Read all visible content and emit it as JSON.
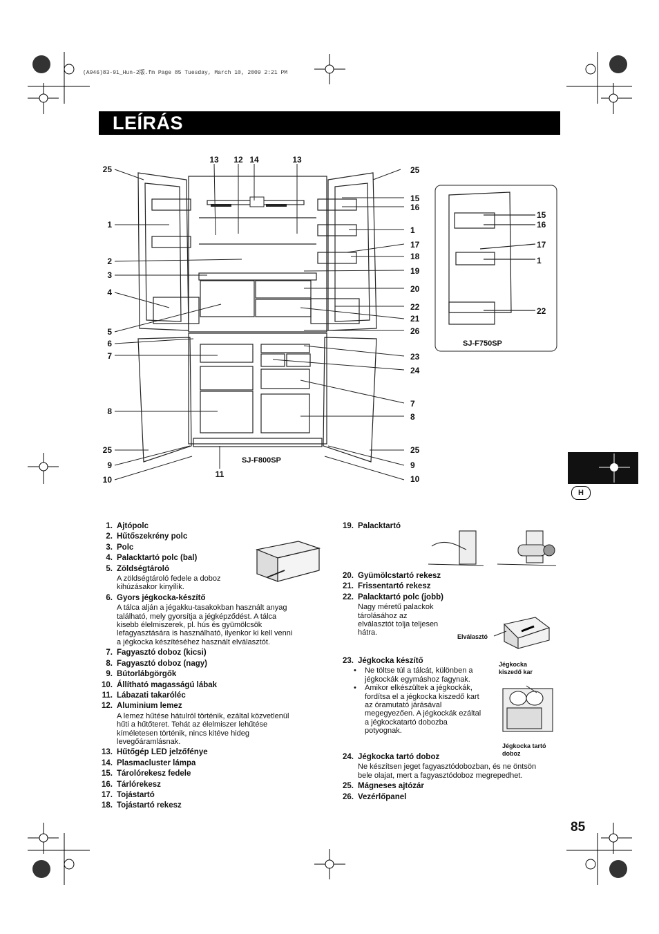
{
  "header": {
    "file_info": "(A946)83-91_Hun-2版.fm  Page 85  Tuesday, March 10, 2009  2:21 PM"
  },
  "title": "LEÍRÁS",
  "lang_tab": "H",
  "page_number": "85",
  "diagram": {
    "main_model": "SJ-F800SP",
    "side_model": "SJ-F750SP",
    "callouts_left": [
      "25",
      "1",
      "2",
      "3",
      "4",
      "5",
      "6",
      "7",
      "8",
      "25",
      "9",
      "10"
    ],
    "callouts_top": [
      "13",
      "12",
      "14",
      "13"
    ],
    "callouts_right": [
      "25",
      "15",
      "16",
      "1",
      "17",
      "18",
      "19",
      "20",
      "22",
      "21",
      "26",
      "23",
      "24",
      "7",
      "8",
      "25",
      "9",
      "10"
    ],
    "callout_bottom": "11",
    "side_callouts": [
      "15",
      "16",
      "17",
      "1",
      "22"
    ]
  },
  "figure_labels": {
    "separator": "Elválasztó",
    "ice_lever": "Jégkocka\nkiszedő kar",
    "ice_box": "Jégkocka tartó\ndoboz"
  },
  "parts_left": [
    {
      "num": "1.",
      "name": "Ajtópolc"
    },
    {
      "num": "2.",
      "name": "Hűtőszekrény polc"
    },
    {
      "num": "3.",
      "name": "Polc"
    },
    {
      "num": "4.",
      "name": "Palacktartó polc (bal)"
    },
    {
      "num": "5.",
      "name": "Zöldségtároló",
      "desc": "A zöldségtároló fedele a doboz\nkihúzásakor kinyílik."
    },
    {
      "num": "6.",
      "name": "Gyors jégkocka-készítő",
      "desc": "A tálca alján a jégakku-tasakokban használt anyag\ntalálható, mely gyorsítja a jégképződést. A tálca\nkisebb élelmiszerek, pl. hús és gyümölcsök\nlefagyasztására is használható, ilyenkor ki kell venni\na jégkocka készítéséhez használt elválasztót."
    },
    {
      "num": "7.",
      "name": "Fagyasztó doboz (kicsi)"
    },
    {
      "num": "8.",
      "name": "Fagyasztó doboz (nagy)"
    },
    {
      "num": "9.",
      "name": "Bútorlábgörgők"
    },
    {
      "num": "10.",
      "name": "Állítható magasságú lábak"
    },
    {
      "num": "11.",
      "name": "Lábazati takaróléc"
    },
    {
      "num": "12.",
      "name": "Aluminium lemez",
      "desc": "A lemez hűtése hátulról történik, ezáltal közvetlenül\nhűti a hűtőteret. Tehát az élelmiszer lehűtése\nkíméletesen történik, nincs kitéve hideg\nlevegőáramlásnak."
    },
    {
      "num": "13.",
      "name": "Hűtőgép LED jelzőfénye"
    },
    {
      "num": "14.",
      "name": "Plasmacluster lámpa"
    },
    {
      "num": "15.",
      "name": "Tárolórekesz fedele"
    },
    {
      "num": "16.",
      "name": "Tárlórekesz"
    },
    {
      "num": "17.",
      "name": "Tojástartó"
    },
    {
      "num": "18.",
      "name": "Tojástartó rekesz"
    }
  ],
  "parts_right": {
    "p19": {
      "num": "19.",
      "name": "Palacktartó"
    },
    "p20": {
      "num": "20.",
      "name": "Gyümölcstartó rekesz"
    },
    "p21": {
      "num": "21.",
      "name": "Frissentartó rekesz"
    },
    "p22": {
      "num": "22.",
      "name": "Palacktartó polc (jobb)",
      "desc": "Nagy méretű palackok\ntárolásához az\nelválasztót tolja teljesen\nhátra."
    },
    "p23": {
      "num": "23.",
      "name": "Jégkocka készítő",
      "bullets": [
        "Ne töltse túl a tálcát, különben a\njégkockák egymáshoz fagynak.",
        "Amikor elkészültek a jégkockák,\nfordítsa el a jégkocka kiszedő kart\naz óramutató járásával\nmegegyezően. A jégkockák ezáltal\na jégkockatartó dobozba\npotyognak."
      ]
    },
    "p24": {
      "num": "24.",
      "name": "Jégkocka tartó doboz",
      "desc": "Ne készítsen jeget fagyasztódobozban, és ne öntsön\nbele olajat, mert a fagyasztódoboz megrepedhet."
    },
    "p25": {
      "num": "25.",
      "name": "Mágneses ajtózár"
    },
    "p26": {
      "num": "26.",
      "name": "Vezérlőpanel"
    }
  }
}
